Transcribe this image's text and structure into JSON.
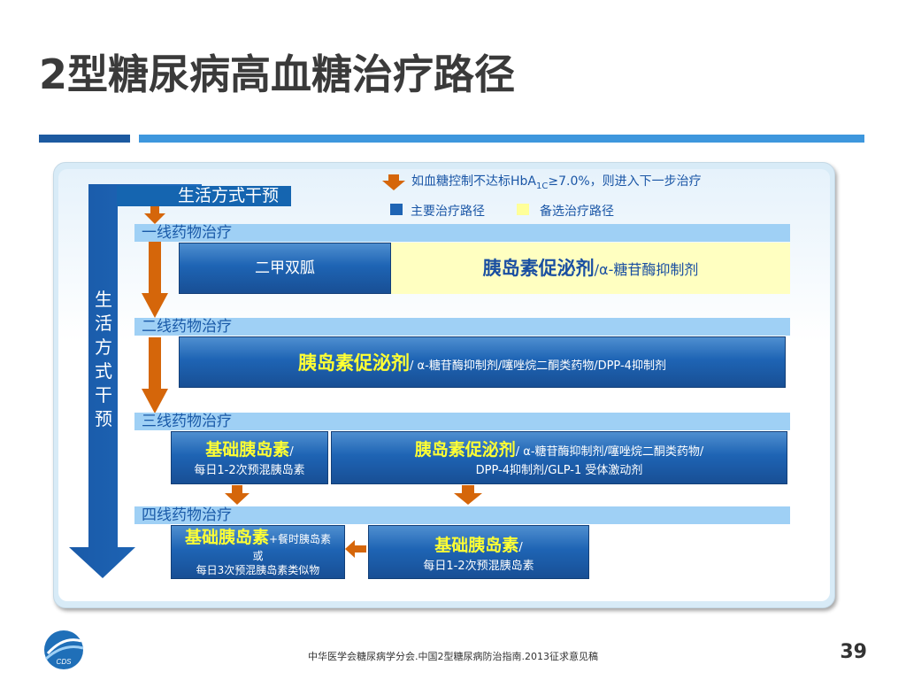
{
  "title": "2型糖尿病高血糖治疗路径",
  "lifestyle": {
    "box_label": "生活方式干预",
    "vertical_chars": [
      "生",
      "活",
      "方",
      "式",
      "干",
      "预"
    ]
  },
  "legend": {
    "note_prefix": "如血糖控制不达标HbA",
    "note_sub": "1C",
    "note_suffix": "≥7.0%，则进入下一步治疗",
    "primary_label": "主要治疗路径",
    "alternate_label": "备选治疗路径",
    "primary_color": "#1e64b4",
    "alternate_color": "#ffff99"
  },
  "levels": {
    "first": {
      "label": "一线药物治疗",
      "primary": "二甲双胍",
      "alt_main": "胰岛素促泌剂",
      "alt_rest": "/α-糖苷酶抑制剂"
    },
    "second": {
      "label": "二线药物治疗",
      "main": "胰岛素促泌剂",
      "rest": "/ α-糖苷酶抑制剂/噻唑烷二酮类药物/DPP-4抑制剂"
    },
    "third": {
      "label": "三线药物治疗",
      "left_main": "基础胰岛素",
      "left_slash": "/",
      "left_sub": "每日1-2次预混胰岛素",
      "right_main": "胰岛素促泌剂",
      "right_rest": "/ α-糖苷酶抑制剂/噻唑烷二酮类药物/",
      "right_line2": "DPP-4抑制剂/GLP-1 受体激动剂"
    },
    "fourth": {
      "label": "四线药物治疗",
      "left_main": "基础胰岛素",
      "left_plus": "+餐时胰岛素",
      "left_or": "或",
      "left_sub": "每日3次预混胰岛素类似物",
      "right_main": "基础胰岛素",
      "right_slash": "/",
      "right_sub": "每日1-2次预混胰岛素"
    }
  },
  "footer": {
    "source": "中华医学会糖尿病学分会.中国2型糖尿病防治指南.2013征求意见稿",
    "page": "39",
    "logo_text": "CDS"
  },
  "colors": {
    "title": "#3a3a3a",
    "rule_dark": "#1d5aa0",
    "rule_light": "#3e97dd",
    "level_bar": "#9fd0f5",
    "arrow_orange": "#d5660a",
    "highlight_yellow": "#ffff33"
  }
}
